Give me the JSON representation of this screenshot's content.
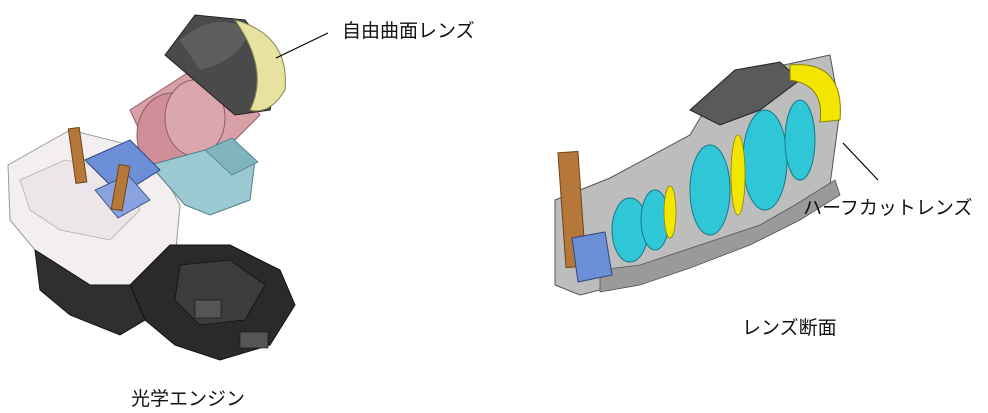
{
  "labels": {
    "freeform_lens": "自由曲面レンズ",
    "half_cut_lens": "ハーフカットレンズ",
    "lens_section": "レンズ断面",
    "optical_engine": "光学エンジン"
  },
  "colors": {
    "lens_body_dark": "#4a4a4a",
    "lens_cover_yellow": "#e8e2a0",
    "barrel_pink": "#d9a0a8",
    "frame_cyan": "#9cc8d2",
    "lens_element_cyan": "#2fc7d8",
    "lens_element_yellow": "#f2e600",
    "housing_black": "#2a2a2a",
    "flex_cable_brown": "#b5773a",
    "prism_blue": "#6d8fd8"
  }
}
